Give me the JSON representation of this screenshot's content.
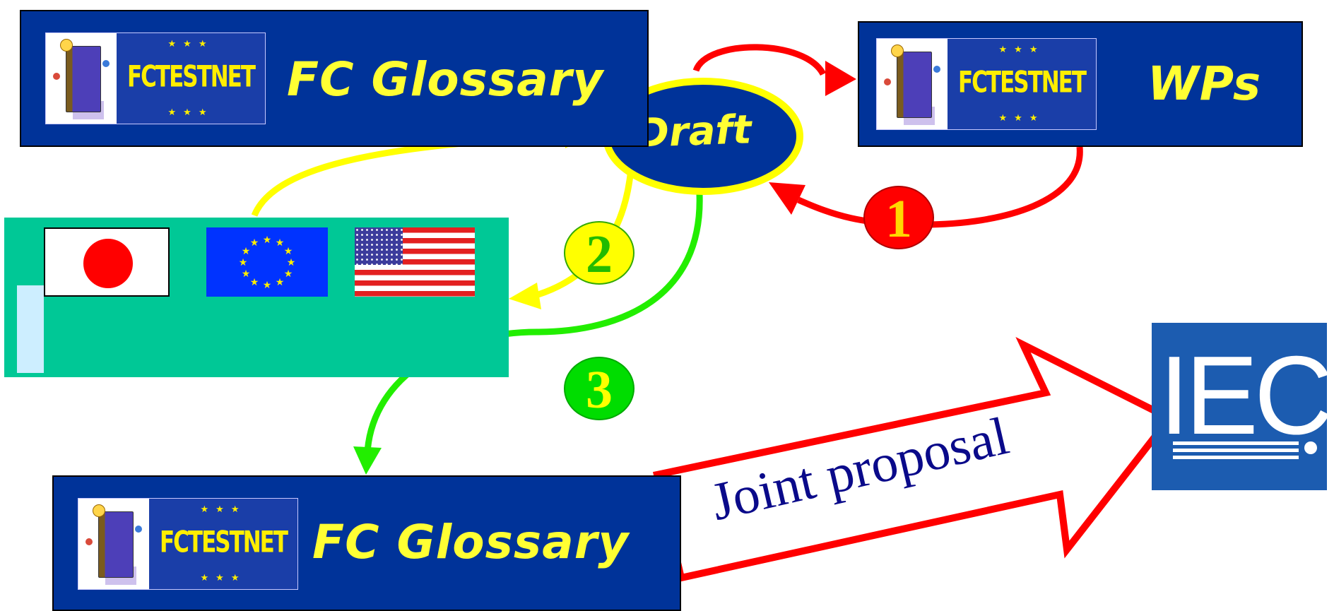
{
  "top_left_banner": {
    "logo_word": "FCTESTNET",
    "title": "FC Glossary"
  },
  "top_right_banner": {
    "logo_word": "FCTESTNET",
    "title": "WPs"
  },
  "bottom_banner": {
    "logo_word": "FCTESTNET",
    "title": "FC Glossary"
  },
  "draft": {
    "label": "Draft"
  },
  "steps": {
    "one": "1",
    "two": "2",
    "three": "3"
  },
  "flags": [
    "japan",
    "european-union",
    "united-states"
  ],
  "joint_arrow": {
    "label": "Joint proposal"
  },
  "iec": {
    "label": "IEC"
  },
  "colors": {
    "banner_bg": "#003399",
    "banner_text": "#ffff33",
    "arrow_red": "#ff0000",
    "arrow_yellow": "#ffff00",
    "arrow_green": "#22ee00",
    "panel_green": "#00c896",
    "iec_blue": "#1c5cb0",
    "proposal_text": "#0a0a8a"
  },
  "icons": {
    "logo": "fctestnet-logo-icon",
    "iec": "iec-logo-icon"
  }
}
